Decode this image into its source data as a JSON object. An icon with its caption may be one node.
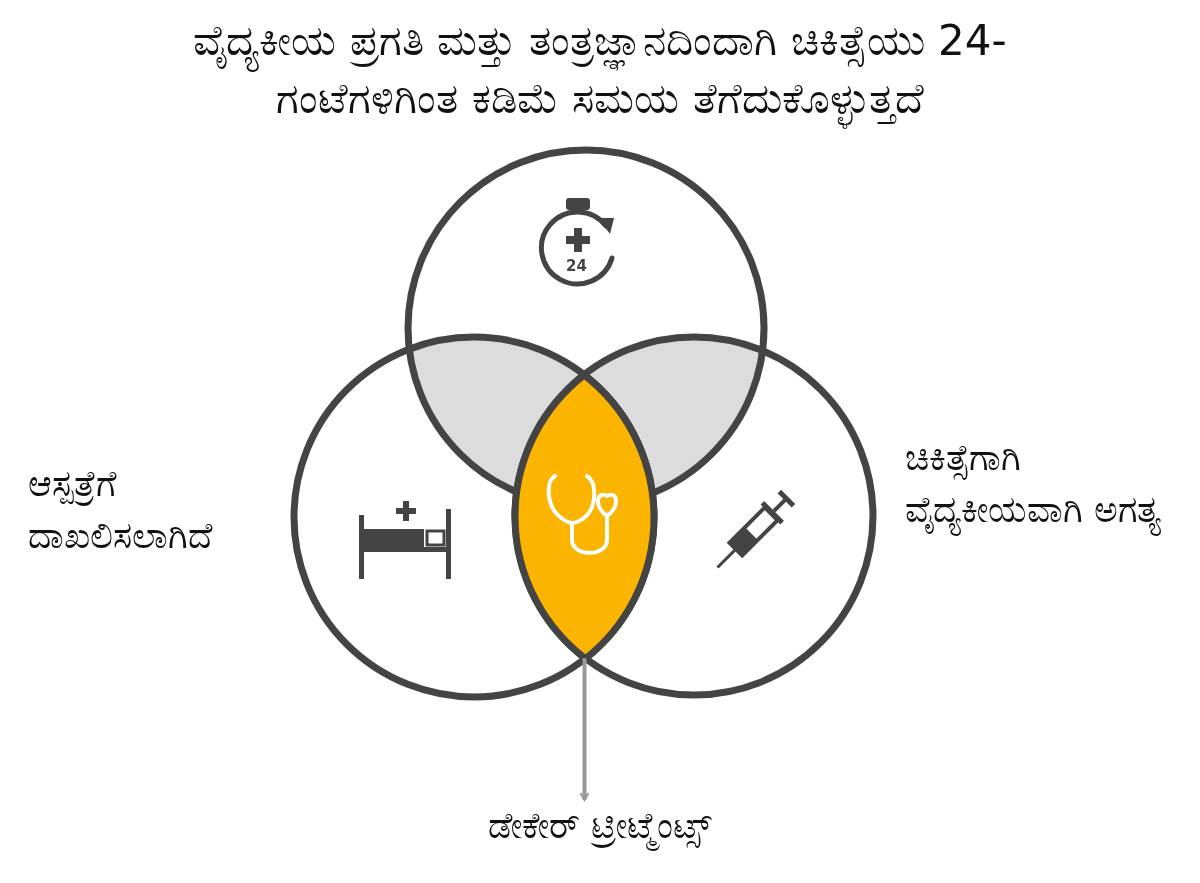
{
  "diagram": {
    "title": "ವೈದ್ಯಕೀಯ ಪ್ರಗತಿ ಮತ್ತು ತಂತ್ರಜ್ಞಾನದಿಂದಾಗಿ ಚಿಕಿತ್ಸೆಯು 24-ಗಂಟೆಗಳಿಗಿಂತ ಕಡಿಮೆ ಸಮಯ ತೆಗೆದುಕೊಳ್ಳುತ್ತದೆ",
    "nodes": [
      {
        "text": [],
        "shape": "circle"
      },
      {
        "text": [],
        "shape": "circle",
        "beside": [
          "ಆಸ್ಪತ್ರೆಗೆ ದಾಖಲಿಸಲಾಗಿದೆ"
        ]
      },
      {
        "text": [],
        "shape": "circle",
        "beside": [
          "ಚಿಕಿತ್ಸೆಗಾಗಿ ವೈದ್ಯಕೀಯವಾಗಿ ಅಗತ್ಯ"
        ]
      },
      {
        "text": [],
        "shape": "lens"
      },
      {
        "text": [
          "ಡೇಕೇರ್ ಟ್ರೀಟ್ಮೆಂಟ್ಸ್"
        ]
      }
    ],
    "edges": [
      {
        "from": 3,
        "to": 4,
        "arrow": "to"
      }
    ],
    "labels": [
      "24"
    ]
  }
}
